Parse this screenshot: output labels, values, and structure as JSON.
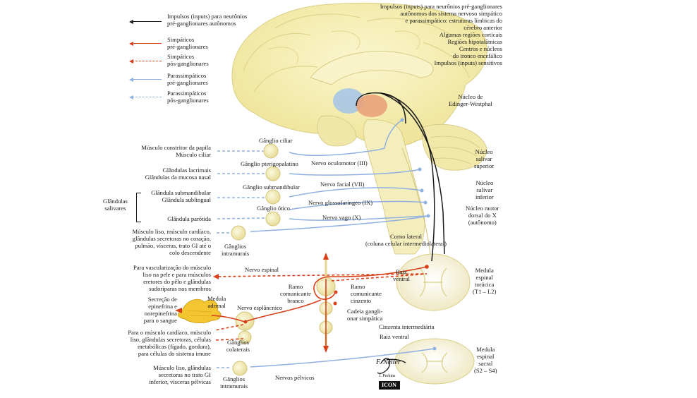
{
  "legend": {
    "items": [
      {
        "label": "Impulsos (inputs) para neurônios\npré-ganglionares autônomos",
        "style": "black"
      },
      {
        "label": "Simpáticos\npré-ganglionares",
        "style": "red"
      },
      {
        "label": "Simpáticos\npós-ganglionares",
        "style": "red-dashed"
      },
      {
        "label": "Parassimpáticos\npré-ganglionares",
        "style": "blue"
      },
      {
        "label": "Parassimpáticos\npós-ganglionares",
        "style": "blue-dashed"
      }
    ]
  },
  "colors": {
    "sympathetic": "#d8401a",
    "parasympathetic": "#8fb0e0",
    "input": "#1a1a1a",
    "tissue": "#f5f0b8",
    "tissue_edge": "#d9cf86"
  },
  "labels": {
    "top_right_inputs": "Impulsos (inputs) para neurônios pré-ganglionares\nautônomos dos sistema nervoso simpático\ne parassimpático: estruturas límbicas do\ncérebro anterior\nAlgumas regiões corticais\nRegiões hipotalâmicas\nCentros e núcleos\ndo tronco encefálico\nImpulsos (inputs) sensitivos",
    "edinger": "Núcleo de\nEdinger-Westphal",
    "salivar_sup": "Núcleo\nsalivar\nsuperior",
    "salivar_inf": "Núcleo\nsalivar\ninferior",
    "motor_dorsal": "Núcleo motor\ndorsal do X\n(autônomo)",
    "ganglio_ciliar": "Gânglio ciliar",
    "constritor": "Músculo constritor da papila\nMúsculo ciliar",
    "pterigopalatino": "Gânglio pterigopalatino",
    "oculomotor": "Nervo oculomotor (III)",
    "lacrimais": "Glândulas lacrimais\nGlândulas da mucosa nasal",
    "submandibular_g": "Gânglio submandibular",
    "facial": "Nervo facial (VII)",
    "glandula_sub": "Glândula submandibular\nGlândula sublingual",
    "glandulas_salivares": "Glândulas\nsalivares",
    "otico": "Gânglio ótico",
    "glosso": "Nervo glossofaríngeo (IX)",
    "parotida": "Glândula parótida",
    "vago": "Nervo vago (X)",
    "musculo_liso": "Músculo liso, músculo cardíaco,\nglândulas secretoras no coração,\npulmão, vísceras, trato GI até o\ncolo descendente",
    "ganglios_intramurais_1": "Gânglios\nintramurais",
    "corno_lateral": "Corno lateral\n(coluna celular intermediolateral)",
    "medula_toracica": "Medula\nespinal\ntorácica\n(T1 – L2)",
    "vascularizacao": "Para vascularização do músculo\nliso na pele e para músculos\neretores do pêlo e glândulas\nsudoríparas nos membros",
    "nervo_espinal": "Nervo espinal",
    "raiz_ventral_1": "Raiz\nventral",
    "ramo_branco": "Ramo\ncomunicante\nbranco",
    "ramo_cinzento": "Ramo\ncomunicante\ncinzento",
    "medula_adrenal": "Medula\nadrenal",
    "secrecao": "Secreção de\nepinefrina e\nnorepinefrina\npara o sangue",
    "esplancnico": "Nervo esplâncnico",
    "cadeia": "Cadeia gangli-\nonar simpática",
    "cinzenta": "Cinzenta intermediária",
    "raiz_ventral_2": "Raiz ventral",
    "cardiaco": "Para o músculo cardíaco, músculo\nliso, glândulas secretoras, células\nmetabólicas (fígado, gordura),\npara células do sistema imune",
    "ganglios_colaterais": "Gânglios\ncolaterais",
    "medula_sacral": "Medula\nespinal\nsacral\n(S2 – S4)",
    "musculo_gi": "Músculo liso, glândulas\nsecretoras no trato GI\ninferior, vísceras pélvicas",
    "ganglios_intramurais_2": "Gânglios\nintramurais",
    "nervos_pelvicos": "Nervos pélvicos",
    "signature": "F. Netter",
    "signature_sub": "J. Perkins",
    "publisher": "ICON"
  }
}
